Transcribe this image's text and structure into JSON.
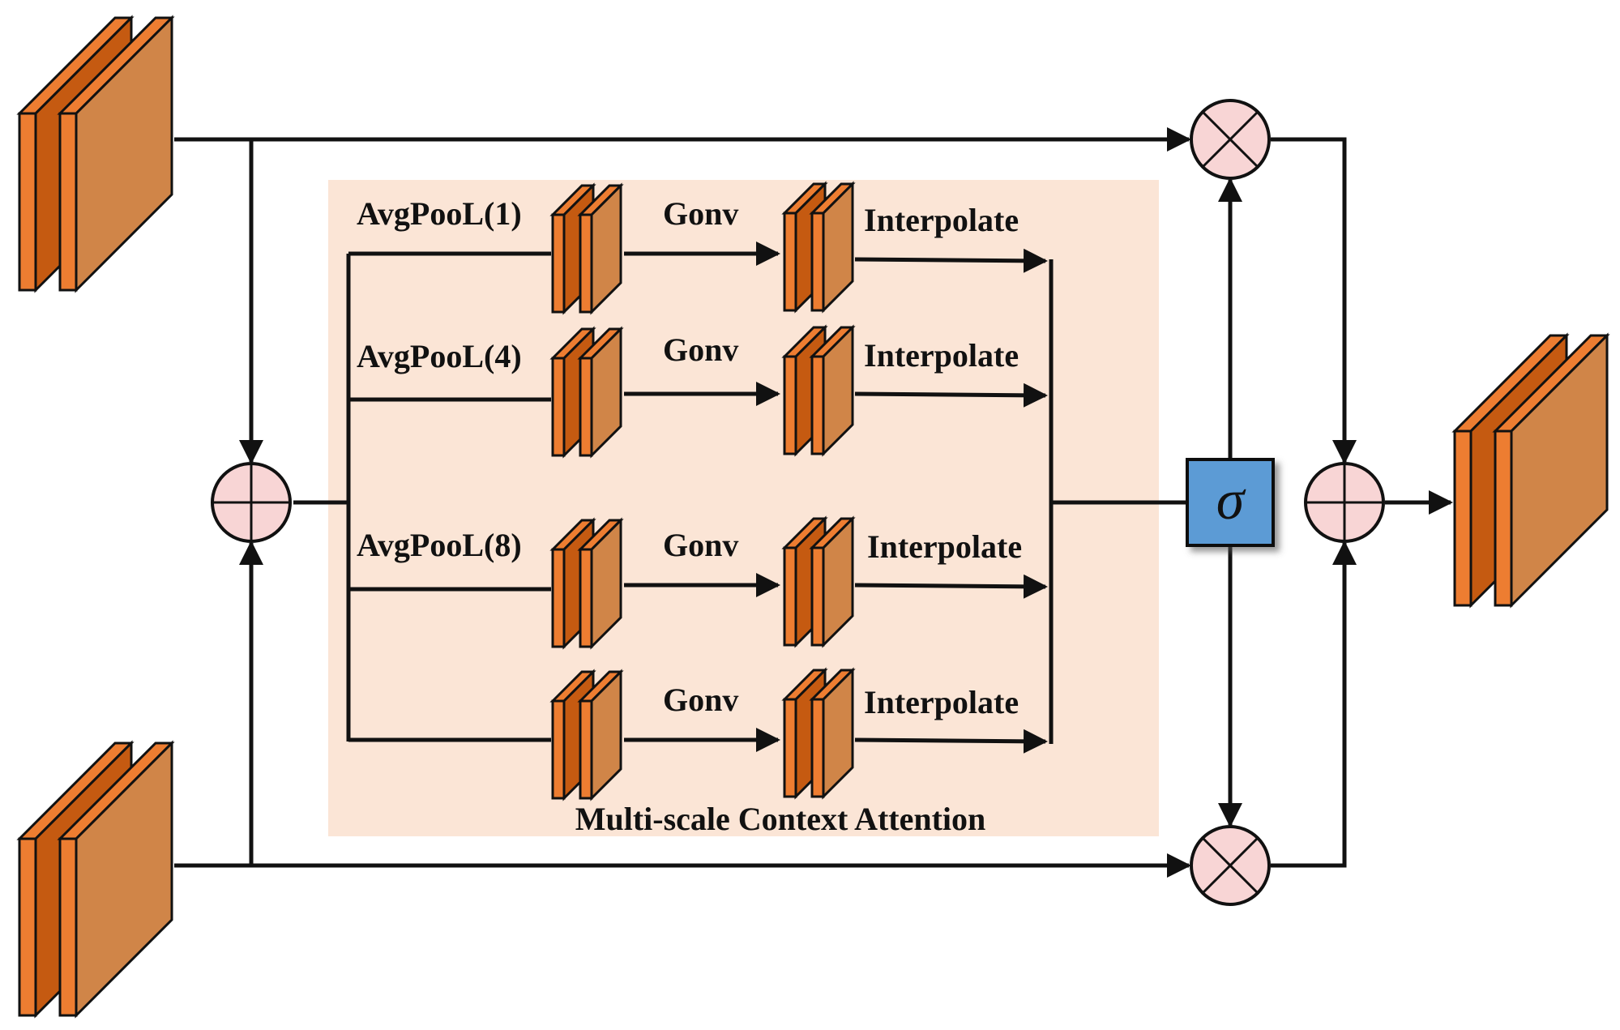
{
  "colors": {
    "panel_bg": "#fbe5d6",
    "feature_dark": "#c55a11",
    "feature_light": "#ed7d31",
    "feature_face": "#d08548",
    "op_fill": "#f8d5d5",
    "sigma_fill": "#5b9bd5",
    "line": "#111111"
  },
  "branches": [
    {
      "pool_label": "AvgPooL(1)",
      "conv_label": "Gonv",
      "interp_label": "Interpolate"
    },
    {
      "pool_label": "AvgPooL(4)",
      "conv_label": "Gonv",
      "interp_label": "Interpolate"
    },
    {
      "pool_label": "AvgPooL(8)",
      "conv_label": "Gonv",
      "interp_label": "Interpolate"
    },
    {
      "pool_label": "",
      "conv_label": "Gonv",
      "interp_label": "Interpolate"
    }
  ],
  "panel_label": "Multi-scale Context Attention",
  "sigma_symbol": "σ",
  "icons": {
    "input_top": "feature-map-icon",
    "input_bottom": "feature-map-icon",
    "output": "feature-map-icon",
    "add": "plus-circle-icon",
    "multiply": "times-circle-icon",
    "activation": "sigmoid-icon"
  }
}
